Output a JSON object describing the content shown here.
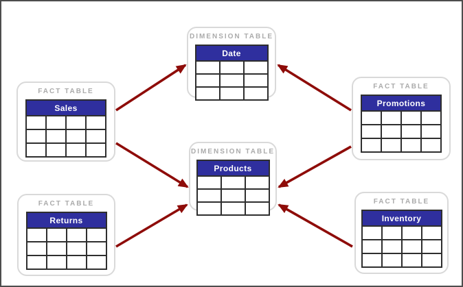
{
  "diagram": {
    "nodes": [
      {
        "id": "sales",
        "kind_label": "FACT TABLE",
        "name": "Sales",
        "columns": 4,
        "rows": 3
      },
      {
        "id": "returns",
        "kind_label": "FACT TABLE",
        "name": "Returns",
        "columns": 4,
        "rows": 3
      },
      {
        "id": "date",
        "kind_label": "DIMENSION TABLE",
        "name": "Date",
        "columns": 3,
        "rows": 3
      },
      {
        "id": "products",
        "kind_label": "DIMENSION TABLE",
        "name": "Products",
        "columns": 3,
        "rows": 3
      },
      {
        "id": "promotions",
        "kind_label": "FACT TABLE",
        "name": "Promotions",
        "columns": 4,
        "rows": 3
      },
      {
        "id": "inventory",
        "kind_label": "FACT TABLE",
        "name": "Inventory",
        "columns": 4,
        "rows": 3
      }
    ],
    "relationships": [
      {
        "from": "Sales",
        "to": "Date"
      },
      {
        "from": "Sales",
        "to": "Products"
      },
      {
        "from": "Returns",
        "to": "Products"
      },
      {
        "from": "Promotions",
        "to": "Date"
      },
      {
        "from": "Promotions",
        "to": "Products"
      },
      {
        "from": "Inventory",
        "to": "Products"
      }
    ],
    "colors": {
      "table_header_bg": "#2F2F9E",
      "table_header_text": "#FFFFFF",
      "arrow": "#8E0C09",
      "card_border": "#D9D9D9",
      "card_label": "#ABABAB",
      "table_border": "#2E2E2E",
      "canvas_border": "#4D4D4D"
    }
  }
}
